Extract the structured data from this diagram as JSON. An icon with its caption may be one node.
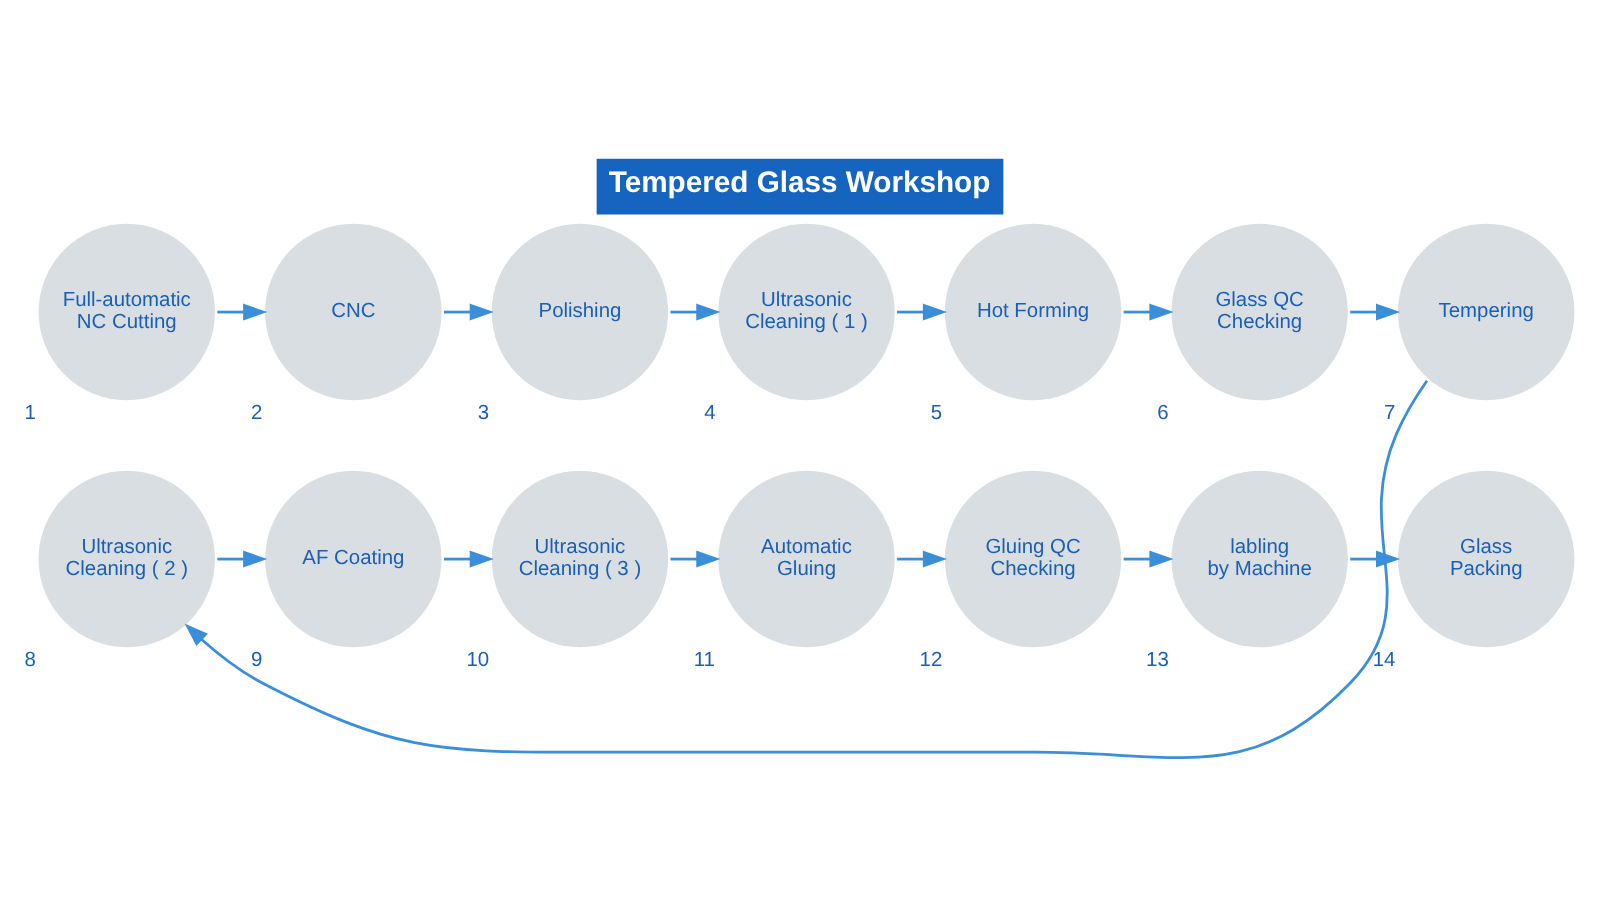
{
  "diagram": {
    "title": "Tempered Glass Workshop",
    "nodes": [
      {
        "text": [
          "Full-automatic NC Cutting"
        ],
        "beside": [
          "1"
        ]
      },
      {
        "text": [
          "CNC"
        ],
        "beside": [
          "2"
        ]
      },
      {
        "text": [
          "Polishing"
        ],
        "beside": [
          "3"
        ]
      },
      {
        "text": [
          "Ultrasonic Cleaning ( 1 )"
        ],
        "beside": [
          "4"
        ]
      },
      {
        "text": [
          "Hot Forming"
        ],
        "beside": [
          "5"
        ]
      },
      {
        "text": [
          "Glass QC Checking"
        ],
        "beside": [
          "6"
        ]
      },
      {
        "text": [
          "Tempering"
        ],
        "beside": [
          "7"
        ]
      },
      {
        "text": [
          "Ultrasonic Cleaning ( 2 )"
        ],
        "beside": [
          "8"
        ]
      },
      {
        "text": [
          "AF Coating"
        ],
        "beside": [
          "9"
        ]
      },
      {
        "text": [
          "Ultrasonic Cleaning ( 3 )"
        ],
        "beside": [
          "10"
        ]
      },
      {
        "text": [
          "Automatic Gluing"
        ],
        "beside": [
          "11"
        ]
      },
      {
        "text": [
          "Gluing QC Checking"
        ],
        "beside": [
          "12"
        ]
      },
      {
        "text": [
          "labling by Machine"
        ],
        "beside": [
          "13"
        ]
      },
      {
        "text": [
          "Glass Packing"
        ],
        "beside": [
          "14"
        ]
      }
    ],
    "edges": [
      {
        "from": 0,
        "to": 1,
        "arrow": "to"
      },
      {
        "from": 1,
        "to": 2,
        "arrow": "to"
      },
      {
        "from": 2,
        "to": 3,
        "arrow": "to"
      },
      {
        "from": 3,
        "to": 4,
        "arrow": "to"
      },
      {
        "from": 4,
        "to": 5,
        "arrow": "to"
      },
      {
        "from": 5,
        "to": 6,
        "arrow": "to"
      },
      {
        "from": 6,
        "to": 7,
        "arrow": "to"
      },
      {
        "from": 7,
        "to": 8,
        "arrow": "to"
      },
      {
        "from": 8,
        "to": 9,
        "arrow": "to"
      },
      {
        "from": 9,
        "to": 10,
        "arrow": "to"
      },
      {
        "from": 10,
        "to": 11,
        "arrow": "to"
      },
      {
        "from": 11,
        "to": 12,
        "arrow": "to"
      },
      {
        "from": 12,
        "to": 13,
        "arrow": "to"
      }
    ]
  }
}
